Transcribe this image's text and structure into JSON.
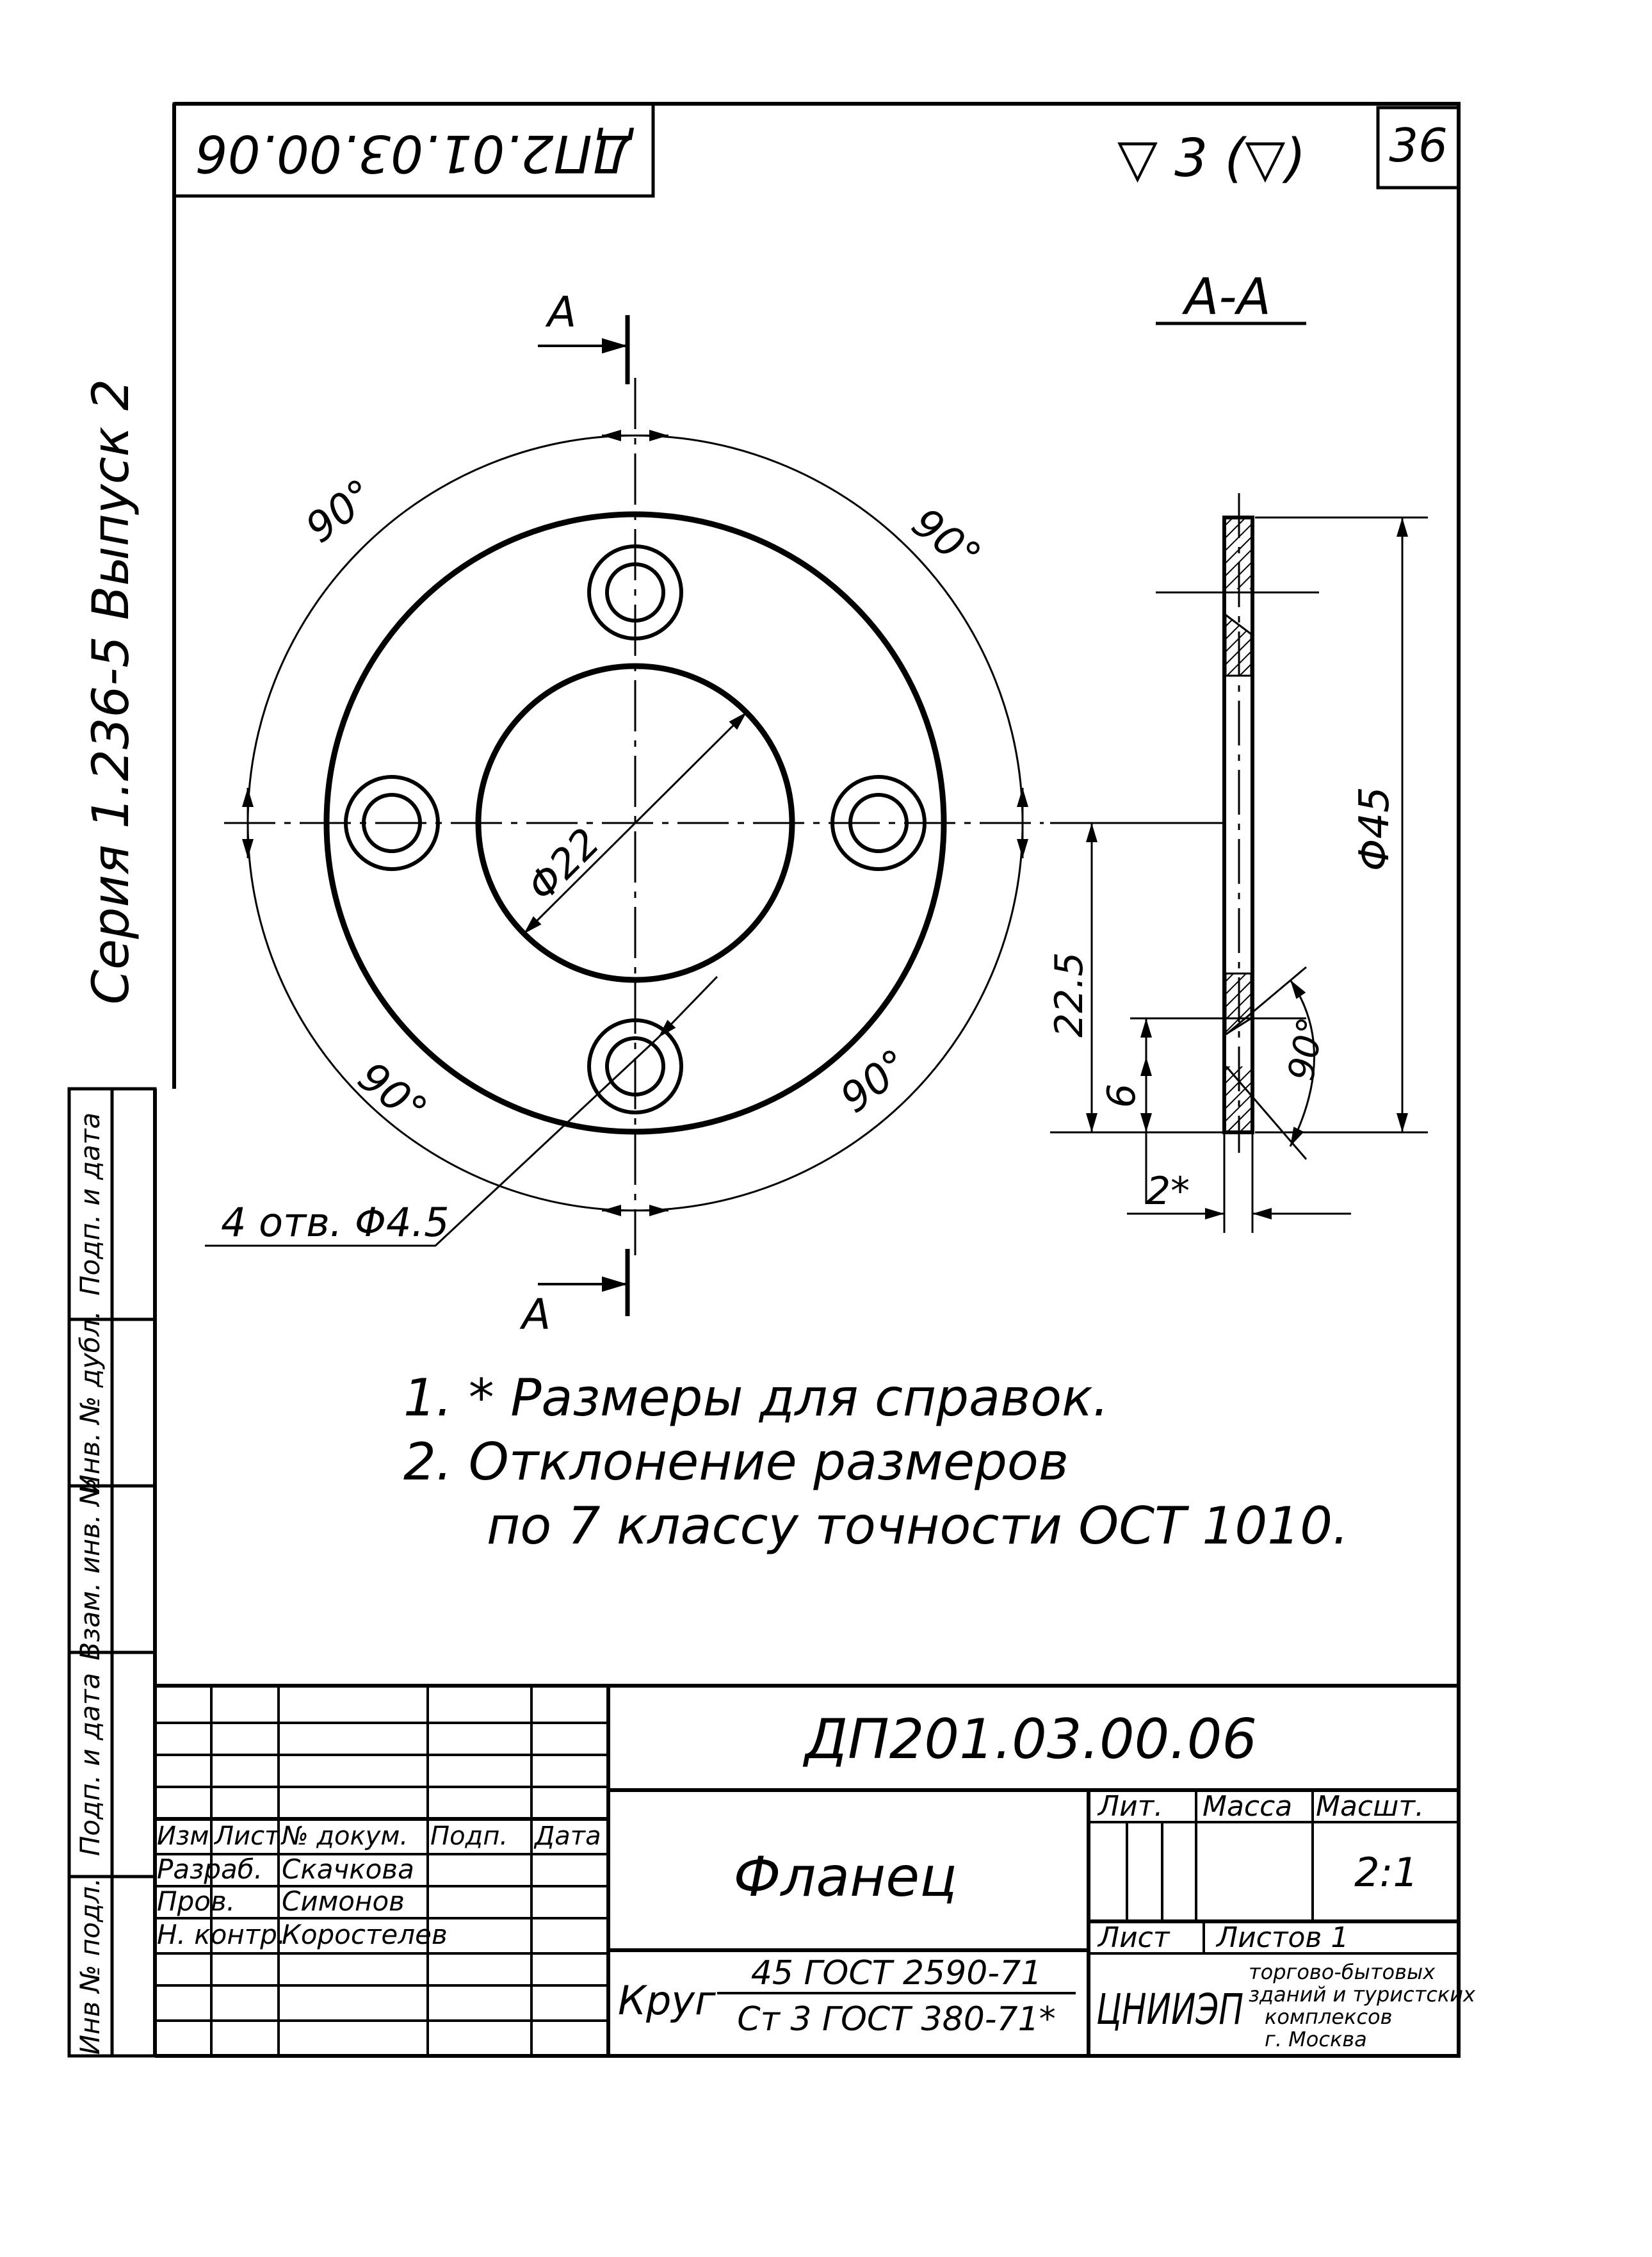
{
  "header": {
    "code_inverted": "ДП2.01.03.00.06",
    "roughness_mark": "▽ 3 (▽)",
    "sheet_no": "36"
  },
  "side": {
    "series": "Серия 1.236-5   Выпуск 2"
  },
  "section": {
    "label": "А-А",
    "cut_letter": "А"
  },
  "dimensions": {
    "angle": "90°",
    "bore": "Φ22",
    "outer": "Φ45",
    "holes": "4 отв. Φ4.5",
    "offset": "22.5",
    "slot": "6",
    "thickness": "2*",
    "chamfer": "90°"
  },
  "notes": [
    "1.  * Размеры для справок.",
    "2.  Отклонение размеров",
    "по 7 классу точности ОСТ 1010."
  ],
  "left_strip": {
    "cells": [
      "Инв № подл.",
      "Подп. и дата",
      "Взам. инв. №",
      "Инв. № дубл.",
      "Подп. и дата"
    ]
  },
  "title_block": {
    "doc_code": "ДП201.03.00.06",
    "part_name": "Фланец",
    "col_headers": [
      "Изм",
      "Лист",
      "№ докум.",
      "Подп.",
      "Дата"
    ],
    "people": [
      {
        "role": "Разраб.",
        "name": "Скачкова"
      },
      {
        "role": "Пров.",
        "name": "Симонов"
      },
      {
        "role": "Н. контр.",
        "name": "Коростелев"
      }
    ],
    "lit_label": "Лит.",
    "mass_label": "Масса",
    "scale_label": "Масшт.",
    "scale": "2:1",
    "sheet_label": "Лист",
    "sheets_label": "Листов 1",
    "material_prefix": "Круг",
    "material_top": "45 ГОСТ 2590-71",
    "material_bottom": "Ст 3 ГОСТ 380-71*",
    "org_logo": "ЦНИИЭП",
    "org_lines": [
      "торгово-бытовых",
      "зданий и туристских",
      "комплексов",
      "г. Москва"
    ]
  }
}
